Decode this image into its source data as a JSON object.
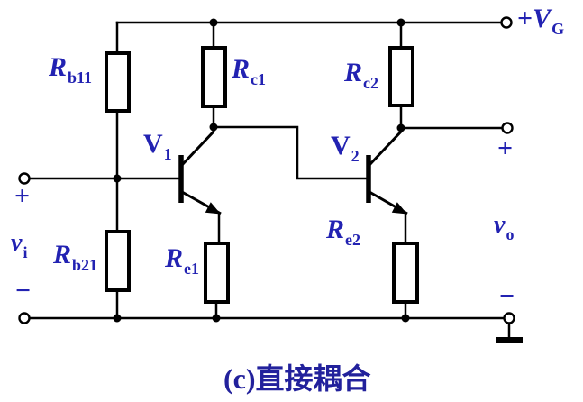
{
  "colors": {
    "label_blue": "#2222b2",
    "caption_blue": "#22219c",
    "line_black": "#000000"
  },
  "labels": {
    "rb11": {
      "main": "R",
      "sub": "b11"
    },
    "rb21": {
      "main": "R",
      "sub": "b21"
    },
    "rc1": {
      "main": "R",
      "sub": "c1"
    },
    "rc2": {
      "main": "R",
      "sub": "c2"
    },
    "re1": {
      "main": "R",
      "sub": "e1"
    },
    "re2": {
      "main": "R",
      "sub": "e2"
    },
    "v1": {
      "main": "V",
      "sub": "1"
    },
    "v2": {
      "main": "V",
      "sub": "2"
    },
    "supply": {
      "sign": "+",
      "main": "V",
      "sub": "G"
    },
    "input": {
      "plus": "+",
      "signal": "v",
      "signal_sub": "i",
      "minus": "−"
    },
    "output": {
      "plus": "+",
      "signal": "v",
      "signal_sub": "o",
      "minus": "−"
    }
  },
  "caption": "(c)直接耦合"
}
